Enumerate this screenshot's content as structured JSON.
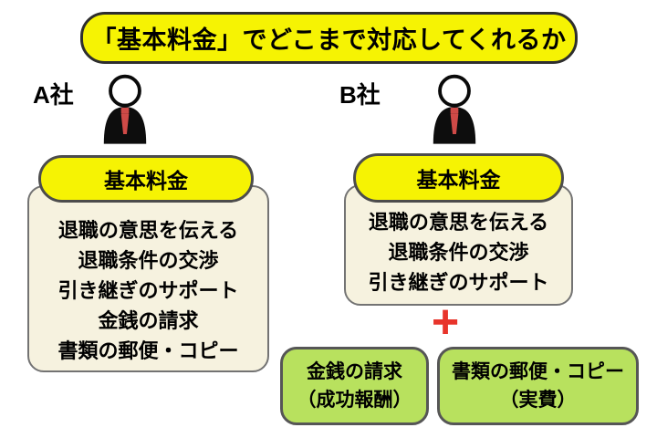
{
  "title": "「基本料金」でどこまで対応してくれるか",
  "plus_sign": "+",
  "companies": [
    {
      "label": "A社",
      "fee_header": "基本料金",
      "services": [
        "退職の意思を伝える",
        "退職条件の交渉",
        "引き継ぎのサポート",
        "金銭の請求",
        "書類の郵便・コピー"
      ]
    },
    {
      "label": "B社",
      "fee_header": "基本料金",
      "services": [
        "退職の意思を伝える",
        "退職条件の交渉",
        "引き継ぎのサポート"
      ]
    }
  ],
  "extra_fees": [
    {
      "line1": "金銭の請求",
      "line2": "（成功報酬）"
    },
    {
      "line1": "書類の郵便・コピー",
      "line2": "（実費）"
    }
  ],
  "colors": {
    "yellow": "#f6f303",
    "cream": "#f6f2df",
    "green": "#b8e15e",
    "red": "#e8342b",
    "tie_red": "#cf4a47",
    "border_dark": "#2e2e2e",
    "border_gray": "#737373",
    "text": "#000000",
    "background": "#ffffff"
  }
}
